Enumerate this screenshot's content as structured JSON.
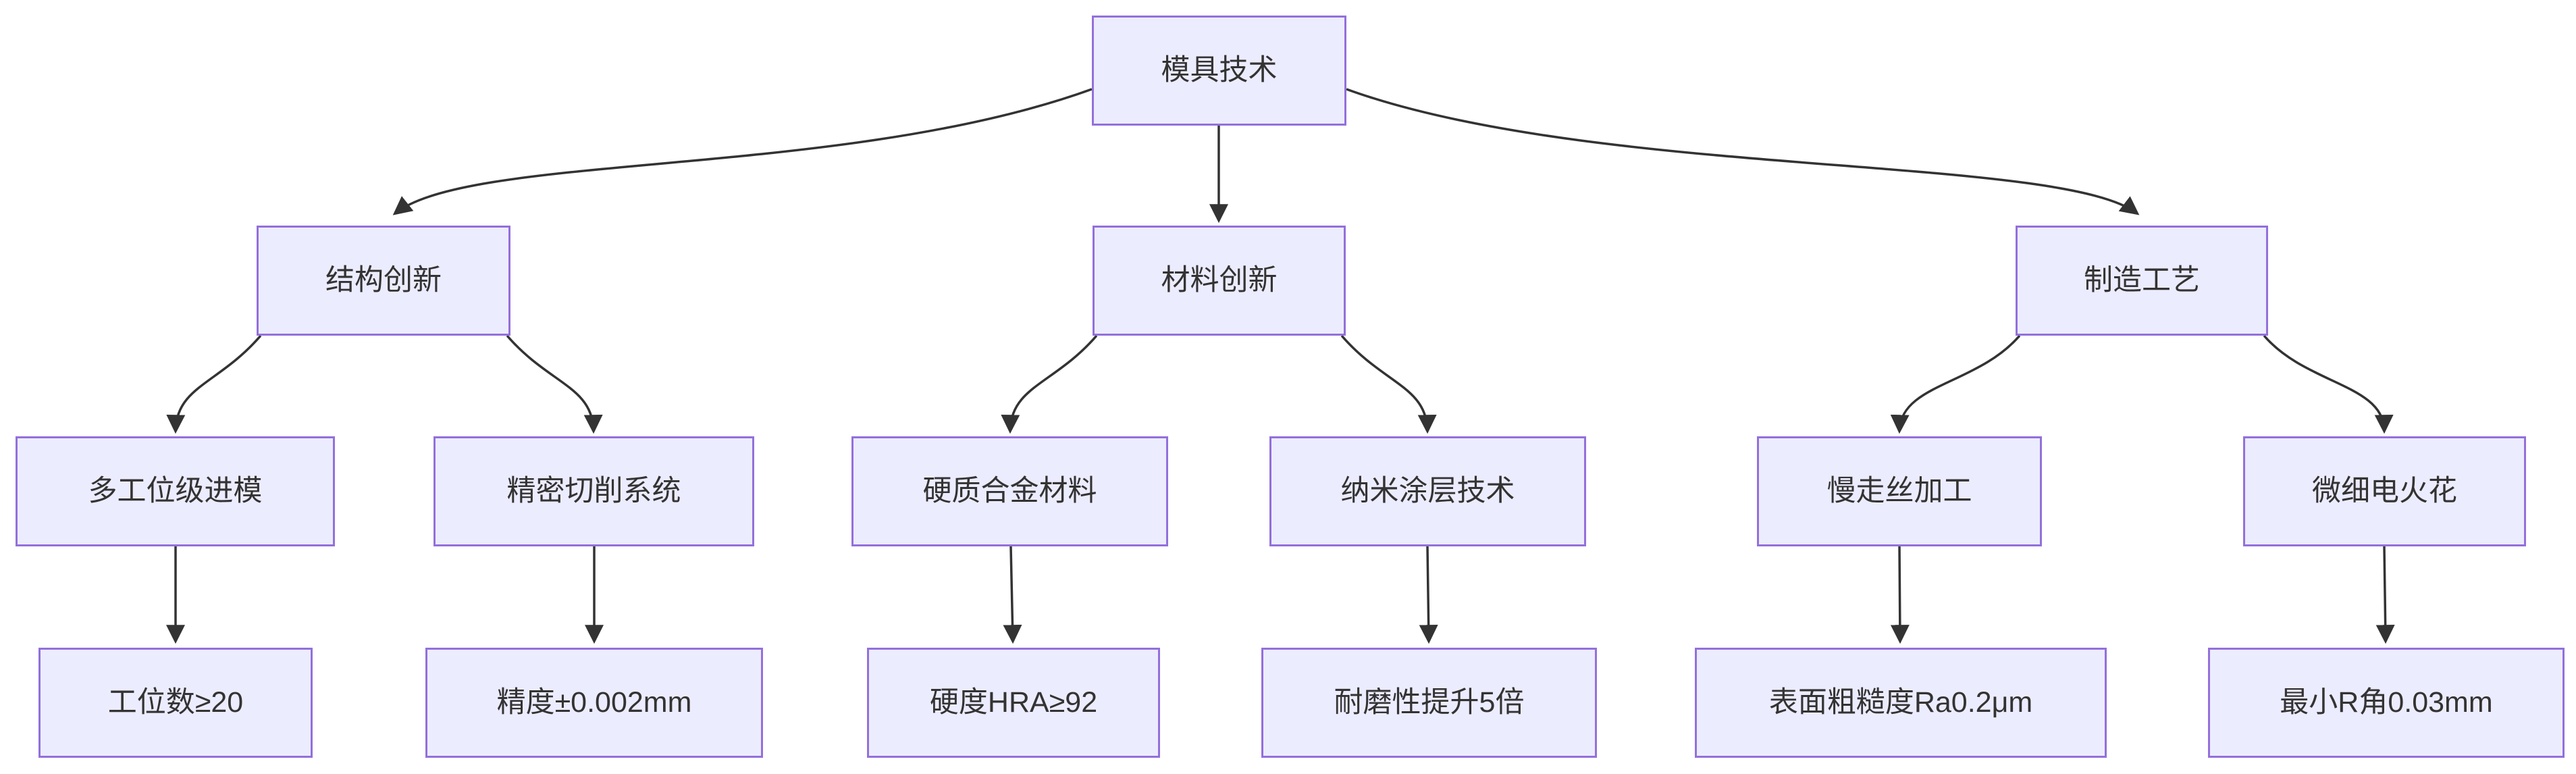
{
  "diagram": {
    "type": "flowchart",
    "direction": "top-down",
    "nodes": [
      {
        "id": "mold-technology",
        "label": "模具技术",
        "level": 1
      },
      {
        "id": "structural-innovation",
        "label": "结构创新",
        "level": 2
      },
      {
        "id": "material-innovation",
        "label": "材料创新",
        "level": 2
      },
      {
        "id": "manufacturing-process",
        "label": "制造工艺",
        "level": 2
      },
      {
        "id": "multi-station-progressive-die",
        "label": "多工位级进模",
        "level": 3
      },
      {
        "id": "precision-cutting-system",
        "label": "精密切削系统",
        "level": 3
      },
      {
        "id": "carbide-material",
        "label": "硬质合金材料",
        "level": 3
      },
      {
        "id": "nano-coating-technology",
        "label": "纳米涂层技术",
        "level": 3
      },
      {
        "id": "slow-wire-edm",
        "label": "慢走丝加工",
        "level": 3
      },
      {
        "id": "micro-edm",
        "label": "微细电火花",
        "level": 3
      },
      {
        "id": "station-count-spec",
        "label": "工位数≥20",
        "level": 4
      },
      {
        "id": "precision-spec",
        "label": "精度±0.002mm",
        "level": 4
      },
      {
        "id": "hardness-spec",
        "label": "硬度HRA≥92",
        "level": 4
      },
      {
        "id": "wear-resistance-spec",
        "label": "耐磨性提升5倍",
        "level": 4
      },
      {
        "id": "surface-roughness-spec",
        "label": "表面粗糙度Ra0.2μm",
        "level": 4
      },
      {
        "id": "min-r-corner-spec",
        "label": "最小R角0.03mm",
        "level": 4
      }
    ],
    "edges": [
      {
        "from": "mold-technology",
        "to": "structural-innovation"
      },
      {
        "from": "mold-technology",
        "to": "material-innovation"
      },
      {
        "from": "mold-technology",
        "to": "manufacturing-process"
      },
      {
        "from": "structural-innovation",
        "to": "multi-station-progressive-die"
      },
      {
        "from": "structural-innovation",
        "to": "precision-cutting-system"
      },
      {
        "from": "material-innovation",
        "to": "carbide-material"
      },
      {
        "from": "material-innovation",
        "to": "nano-coating-technology"
      },
      {
        "from": "manufacturing-process",
        "to": "slow-wire-edm"
      },
      {
        "from": "manufacturing-process",
        "to": "micro-edm"
      },
      {
        "from": "multi-station-progressive-die",
        "to": "station-count-spec"
      },
      {
        "from": "precision-cutting-system",
        "to": "precision-spec"
      },
      {
        "from": "carbide-material",
        "to": "hardness-spec"
      },
      {
        "from": "nano-coating-technology",
        "to": "wear-resistance-spec"
      },
      {
        "from": "slow-wire-edm",
        "to": "surface-roughness-spec"
      },
      {
        "from": "micro-edm",
        "to": "min-r-corner-spec"
      }
    ],
    "colors": {
      "node_fill": "#ECECFF",
      "node_border": "#9370DB",
      "edge": "#333333",
      "text": "#333333",
      "background": "#FFFFFF"
    }
  }
}
